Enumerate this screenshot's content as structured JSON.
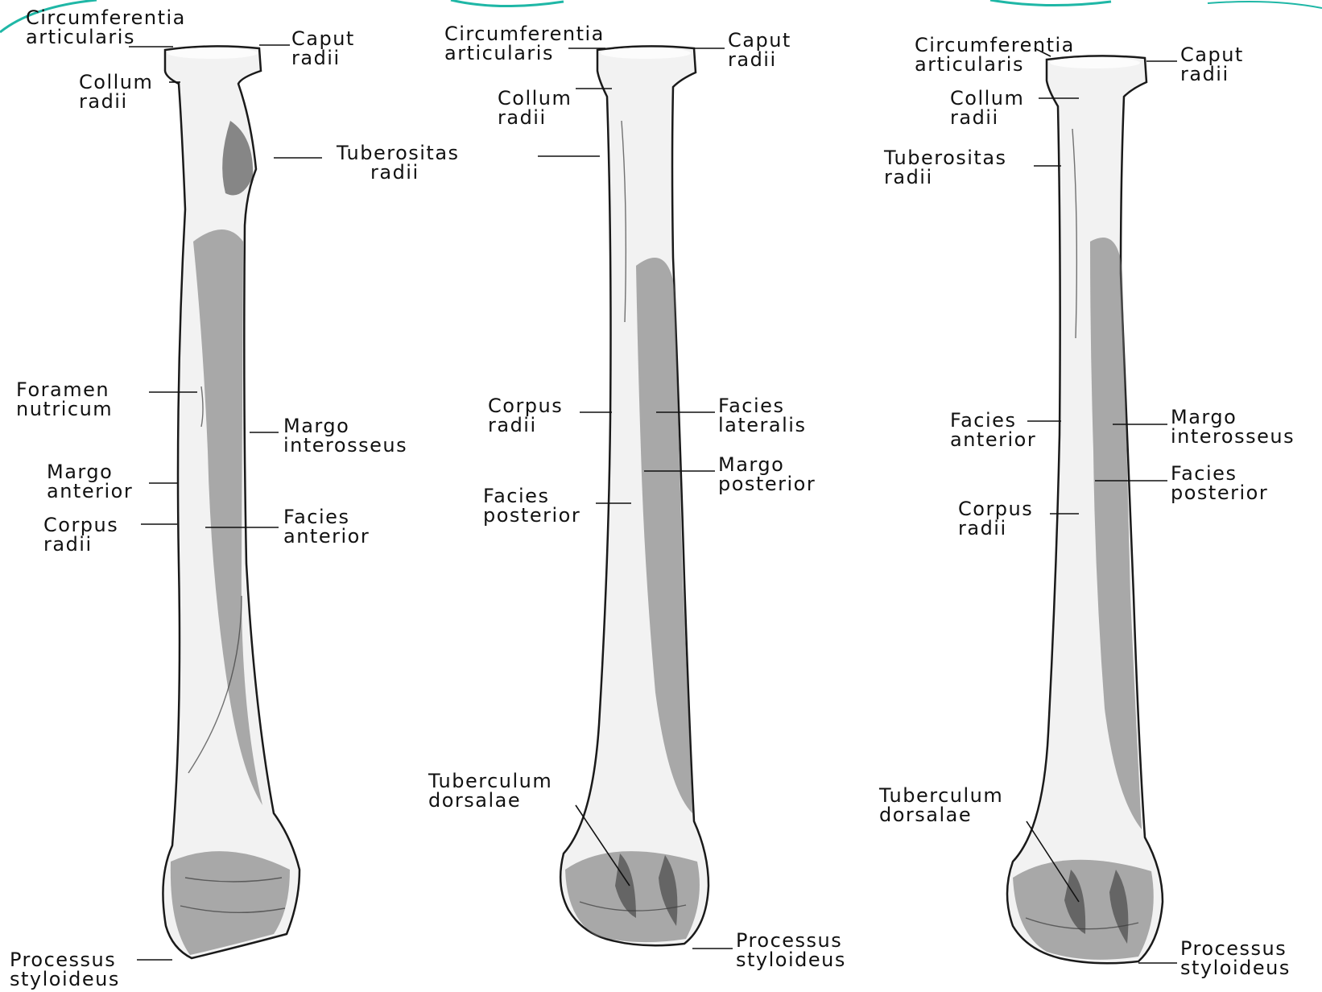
{
  "colors": {
    "background": "#ffffff",
    "ink": "#111111",
    "bone_fill": "#f2f2f2",
    "bone_shadow": "#6b6b6b",
    "header_accent": "#1fb7a6"
  },
  "views": [
    {
      "labels": {
        "circumferentia": [
          "Circumferentia",
          "articularis"
        ],
        "caput": [
          "Caput",
          "radii"
        ],
        "collum": [
          "Collum",
          "radii"
        ],
        "tuberositas": [
          "Tuberositas",
          "radii"
        ],
        "foramen": [
          "Foramen",
          "nutricum"
        ],
        "margo_interosseus": [
          "Margo",
          "interosseus"
        ],
        "margo_anterior": [
          "Margo",
          "anterior"
        ],
        "corpus": [
          "Corpus",
          "radii"
        ],
        "facies_anterior": [
          "Facies",
          "anterior"
        ],
        "processus": [
          "Processus",
          "styloideus"
        ]
      }
    },
    {
      "labels": {
        "circumferentia": [
          "Circumferentia",
          "articularis"
        ],
        "caput": [
          "Caput",
          "radii"
        ],
        "collum": [
          "Collum",
          "radii"
        ],
        "corpus": [
          "Corpus",
          "radii"
        ],
        "facies_lateralis": [
          "Facies",
          "lateralis"
        ],
        "margo_posterior": [
          "Margo",
          "posterior"
        ],
        "facies_posterior": [
          "Facies",
          "posterior"
        ],
        "tuberculum": [
          "Tuberculum",
          "dorsalae"
        ],
        "processus": [
          "Processus",
          "styloideus"
        ]
      }
    },
    {
      "labels": {
        "circumferentia": [
          "Circumferentia",
          "articularis"
        ],
        "caput": [
          "Caput",
          "radii"
        ],
        "collum": [
          "Collum",
          "radii"
        ],
        "tuberositas": [
          "Tuberositas",
          "radii"
        ],
        "facies_anterior": [
          "Facies",
          "anterior"
        ],
        "margo_interosseus": [
          "Margo",
          "interosseus"
        ],
        "facies_posterior": [
          "Facies",
          "posterior"
        ],
        "corpus": [
          "Corpus",
          "radii"
        ],
        "tuberculum": [
          "Tuberculum",
          "dorsalae"
        ],
        "processus": [
          "Processus",
          "styloideus"
        ]
      }
    }
  ]
}
